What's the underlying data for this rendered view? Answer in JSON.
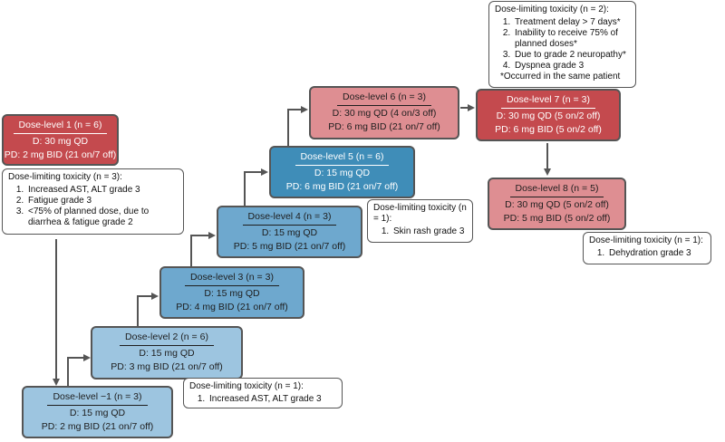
{
  "colors": {
    "red_dark": "#C44A4E",
    "red_light": "#DE8E92",
    "blue_dark": "#3F8DB8",
    "blue_mid": "#6EA8CE",
    "blue_light": "#9DC5E0",
    "arrow": "#555555"
  },
  "levels": {
    "l1": {
      "title": "Dose-level 1 (n = 6)",
      "d": "D: 30 mg QD",
      "pd": "PD: 2 mg BID (21 on/7 off)"
    },
    "lm1": {
      "title": "Dose-level −1 (n = 3)",
      "d": "D: 15 mg QD",
      "pd": "PD: 2 mg BID (21 on/7 off)"
    },
    "l2": {
      "title": "Dose-level 2 (n = 6)",
      "d": "D: 15 mg QD",
      "pd": "PD: 3 mg BID (21 on/7 off)"
    },
    "l3": {
      "title": "Dose-level 3 (n = 3)",
      "d": "D: 15 mg QD",
      "pd": "PD: 4 mg BID (21 on/7 off)"
    },
    "l4": {
      "title": "Dose-level 4 (n = 3)",
      "d": "D: 15 mg QD",
      "pd": "PD: 5 mg BID (21 on/7 off)"
    },
    "l5": {
      "title": "Dose-level 5 (n = 6)",
      "d": "D: 15 mg QD",
      "pd": "PD: 6 mg BID (21 on/7 off)"
    },
    "l6": {
      "title": "Dose-level 6 (n = 3)",
      "d": "D: 30 mg QD (4 on/3 off)",
      "pd": "PD: 6 mg BID (21 on/7 off)"
    },
    "l7": {
      "title": "Dose-level 7 (n = 3)",
      "d": "D: 30 mg QD (5 on/2 off)",
      "pd": "PD: 6 mg BID (5 on/2 off)"
    },
    "l8": {
      "title": "Dose-level 8 (n = 5)",
      "d": "D: 30 mg QD (5 on/2 off)",
      "pd": "PD: 5 mg BID (5 on/2 off)"
    }
  },
  "toxicities": {
    "t1": {
      "heading": "Dose-limiting toxicity (n = 3):",
      "items": [
        "Increased AST, ALT grade 3",
        "Fatigue grade 3",
        "<75% of planned dose, due to diarrhea & fatigue grade 2"
      ]
    },
    "t2": {
      "heading": "Dose-limiting toxicity (n = 1):",
      "items": [
        "Increased AST, ALT grade 3"
      ]
    },
    "t5": {
      "heading": "Dose-limiting toxicity (n = 1):",
      "items": [
        "Skin rash grade 3"
      ]
    },
    "t7": {
      "heading": "Dose-limiting toxicity (n = 2):",
      "items": [
        "Treatment delay > 7 days*",
        "Inability to receive 75% of planned doses*",
        "Due to grade 2 neuropathy*",
        "Dyspnea grade 3"
      ],
      "note": "*Occurred in the same patient"
    },
    "t8": {
      "heading": "Dose-limiting toxicity (n = 1):",
      "items": [
        "Dehydration grade 3"
      ]
    }
  }
}
